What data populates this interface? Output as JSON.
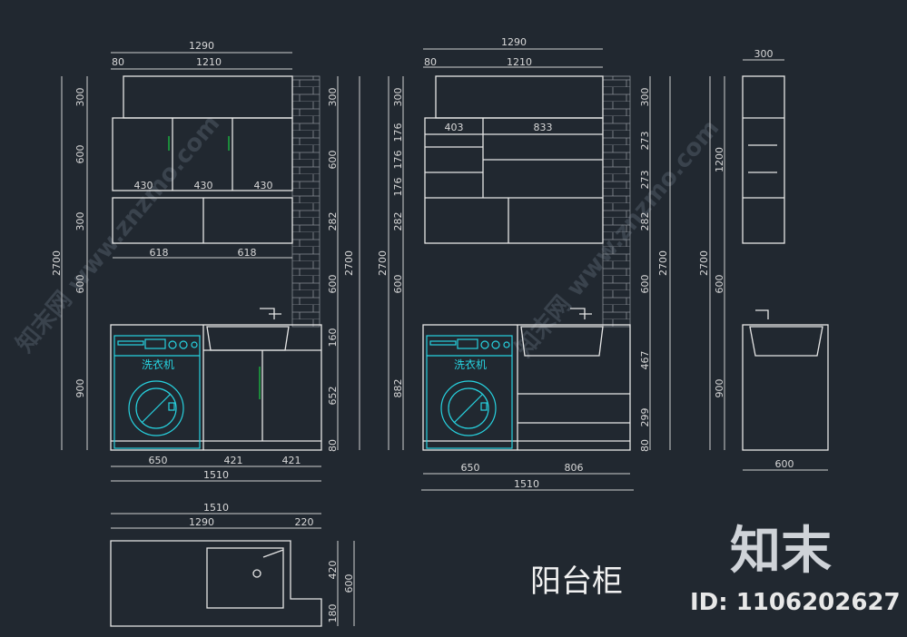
{
  "drawing": {
    "title": "阳台柜",
    "washer_label": "洗衣机",
    "watermark": "知末网 www.znzmo.com",
    "logo": "知末",
    "id_text": "ID: 1106202627"
  },
  "elevation_a": {
    "top": [
      "1290",
      "80",
      "1210"
    ],
    "upper_doors": [
      "430",
      "430",
      "430"
    ],
    "lower_widths": [
      "618",
      "618"
    ],
    "left": [
      "300",
      "600",
      "300",
      "600",
      "900"
    ],
    "total_height": "2700",
    "right": [
      "300",
      "600",
      "282",
      "600",
      "160",
      "652",
      "80"
    ],
    "right_total": "2700",
    "bottom": [
      "650",
      "421",
      "421"
    ],
    "bottom_total": "1510"
  },
  "elevation_b": {
    "top": [
      "1290",
      "80",
      "1210"
    ],
    "inner": [
      "403",
      "833"
    ],
    "left": [
      "300",
      "176",
      "176",
      "176",
      "282",
      "600",
      "882"
    ],
    "left_total": "2700",
    "right": [
      "300",
      "273",
      "273",
      "282",
      "600",
      "467",
      "299",
      "80"
    ],
    "right_total": "2700",
    "bottom": [
      "650",
      "806"
    ],
    "bottom_total": "1510"
  },
  "side": {
    "top": "300",
    "left": [
      "1200",
      "600",
      "900"
    ],
    "left_total": "2700",
    "bottom": "600"
  },
  "plan": {
    "top_total": "1510",
    "top": [
      "1290",
      "220"
    ],
    "right": [
      "420",
      "180"
    ],
    "right_total": "600"
  }
}
